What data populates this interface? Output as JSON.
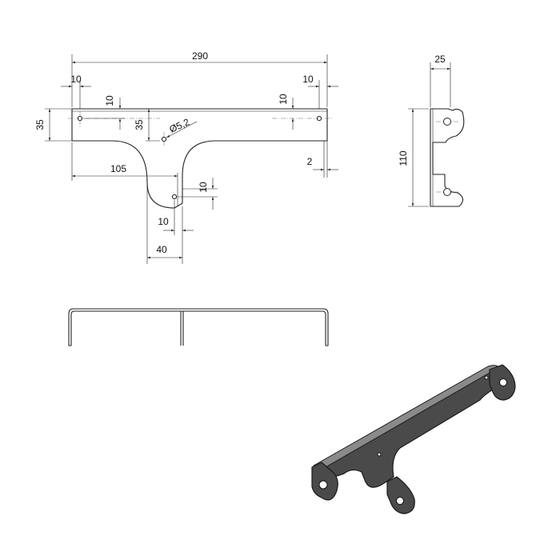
{
  "drawing": {
    "dimensions": {
      "total_length": "290",
      "edge_hole_left": "10",
      "edge_hole_right": "10",
      "hole_from_top_left": "10",
      "hole_from_top_right": "10",
      "height_left": "35",
      "height_center": "35",
      "hole_diameter": "Ø5,2",
      "stem_offset": "105",
      "thickness_gap": "2",
      "stem_hole_vertical": "10",
      "stem_hole_horizontal": "10",
      "stem_width": "40",
      "side_width": "25",
      "side_height": "110"
    },
    "colors": {
      "line": "#222222",
      "iso_face": "#4a4a4a"
    }
  }
}
